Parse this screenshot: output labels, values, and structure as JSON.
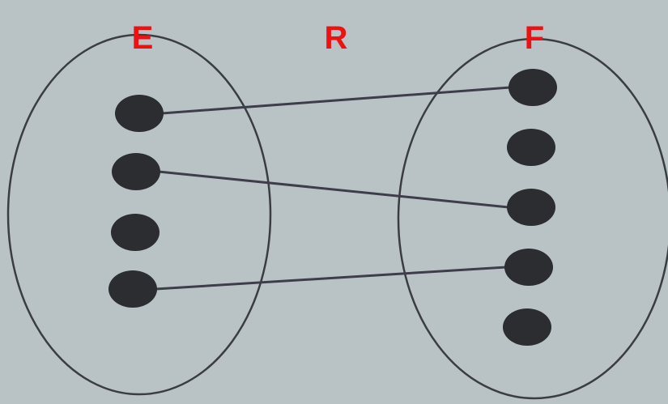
{
  "colors": {
    "background": "#b9c3c6",
    "ellipse_stroke": "#3a3d42",
    "dot_fill": "#2b2d31",
    "line_stroke": "#3e3d4a",
    "label": "#ee1111"
  },
  "labels": {
    "set_e": "E",
    "relation": "R",
    "set_f": "F"
  },
  "set_e": {
    "element_count": 4
  },
  "set_f": {
    "element_count": 5
  },
  "relation_pairs": [
    {
      "from": 1,
      "to": 1
    },
    {
      "from": 2,
      "to": 3
    },
    {
      "from": 4,
      "to": 4
    }
  ]
}
